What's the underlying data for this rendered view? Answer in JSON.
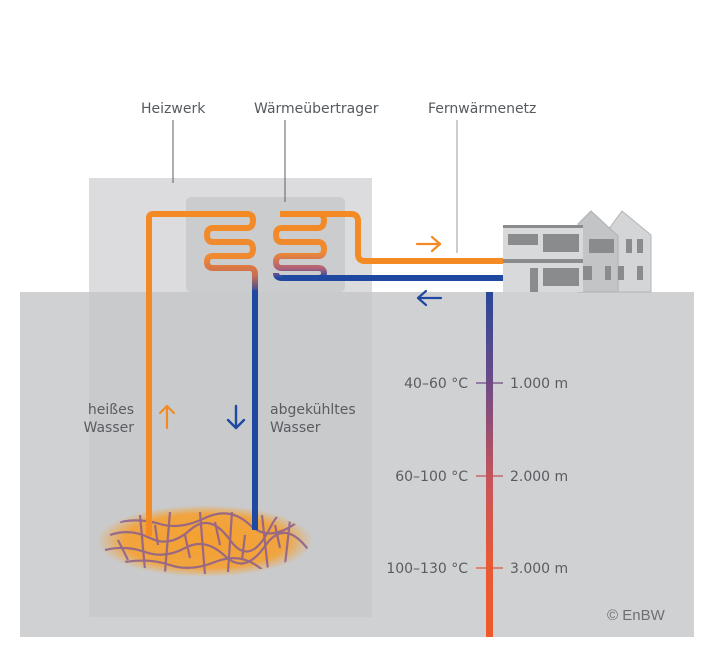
{
  "title": "Tiefengeothermie mit Fernwärmenetz",
  "labels": {
    "heizwerk": "Heizwerk",
    "waermeuebertrager": "Wärmeübertrager",
    "fernwaermenetz": "Fernwärmenetz",
    "hot_water_line1": "heißes",
    "hot_water_line2": "Wasser",
    "cold_water_line1": "abgekühltes",
    "cold_water_line2": "Wasser"
  },
  "depth_scale": [
    {
      "temperature": "40–60 °C",
      "depth": "1.000 m"
    },
    {
      "temperature": "60–100 °C",
      "depth": "2.000 m"
    },
    {
      "temperature": "100–130 °C",
      "depth": "3.000 m"
    }
  ],
  "copyright": "© EnBW",
  "colors": {
    "hot": "#f38a24",
    "cold": "#1f48a0",
    "deep_hot": "#f05a2a",
    "ground": "#d0d1d3",
    "plant": "#dcdcde",
    "exchanger": "#cacbcd",
    "house_light": "#d8d9db",
    "house_mid": "#c3c4c6",
    "house_window": "#8a8b8d",
    "text": "#555a5e"
  }
}
